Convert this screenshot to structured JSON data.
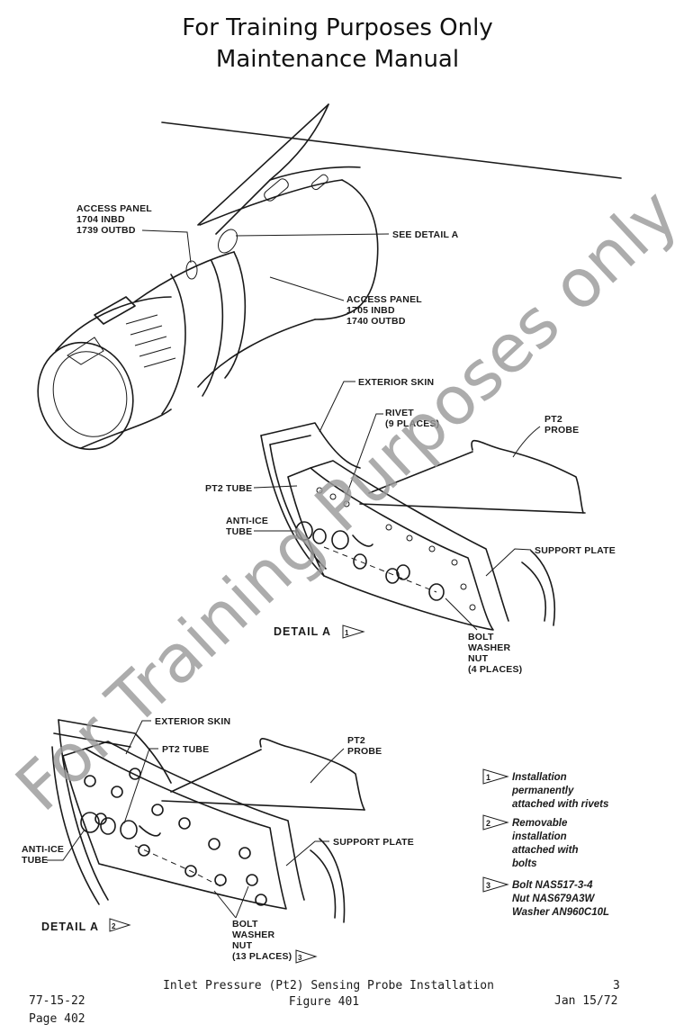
{
  "header": {
    "line1": "For Training Purposes Only",
    "line2": "Maintenance Manual"
  },
  "watermark": "For Training Purposes only",
  "engine_view": {
    "access_panel_top": [
      "ACCESS PANEL",
      "1704 INBD",
      "1739 OUTBD"
    ],
    "see_detail": "SEE DETAIL A",
    "access_panel_bottom": [
      "ACCESS PANEL",
      "1705 INBD",
      "1740 OUTBD"
    ]
  },
  "detail_a1": {
    "exterior_skin": "EXTERIOR SKIN",
    "rivet": [
      "RIVET",
      "(9 PLACES)"
    ],
    "pt2_probe": [
      "PT2",
      "PROBE"
    ],
    "pt2_tube": "PT2 TUBE",
    "anti_ice_tube": [
      "ANTI-ICE",
      "TUBE"
    ],
    "support_plate": "SUPPORT PLATE",
    "bolt_group": [
      "BOLT",
      "WASHER",
      "NUT",
      "(4 PLACES)"
    ],
    "title": "DETAIL A",
    "note_ref": "1"
  },
  "detail_a2": {
    "exterior_skin": "EXTERIOR SKIN",
    "pt2_tube": "PT2 TUBE",
    "pt2_probe": [
      "PT2",
      "PROBE"
    ],
    "anti_ice_tube": [
      "ANTI-ICE",
      "TUBE"
    ],
    "support_plate": "SUPPORT PLATE",
    "bolt_group": [
      "BOLT",
      "WASHER",
      "NUT",
      "(13 PLACES)"
    ],
    "bolt_ref": "3",
    "title": "DETAIL A",
    "note_ref": "2"
  },
  "notes": [
    {
      "ref": "1",
      "lines": [
        "Installation",
        "permanently",
        "attached with rivets"
      ]
    },
    {
      "ref": "2",
      "lines": [
        "Removable",
        "installation",
        "attached with",
        "bolts"
      ]
    },
    {
      "ref": "3",
      "lines": [
        "Bolt NAS517-3-4",
        "Nut NAS679A3W",
        "Washer AN960C10L"
      ]
    }
  ],
  "footer": {
    "caption": "Inlet Pressure (Pt2) Sensing Probe Installation",
    "figure": "Figure 401",
    "chapter": "77-15-22",
    "page": "Page 402",
    "revision": "3",
    "date": "Jan 15/72"
  }
}
